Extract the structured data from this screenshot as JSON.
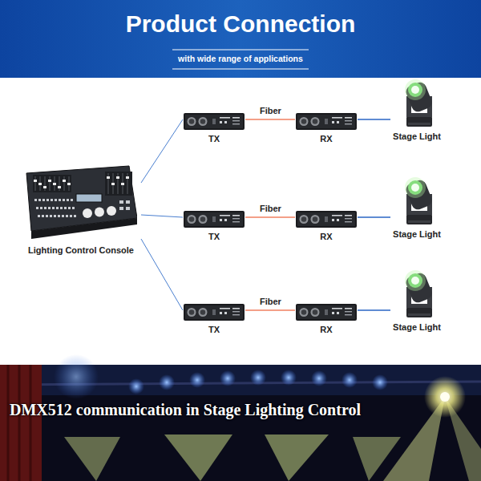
{
  "diagram": {
    "title": "Product Connection",
    "caption": "DMX512 communication in Stage Lighting Control",
    "nodes": [
      {
        "text": [
          "Lighting Control Console"
        ]
      },
      {
        "text": [
          "TX"
        ]
      },
      {
        "text": [
          "RX"
        ]
      },
      {
        "text": [
          "Stage Light"
        ]
      },
      {
        "text": [
          "TX"
        ]
      },
      {
        "text": [
          "RX"
        ]
      },
      {
        "text": [
          "Stage Light"
        ]
      },
      {
        "text": [
          "TX"
        ]
      },
      {
        "text": [
          "RX"
        ]
      },
      {
        "text": [
          "Stage Light"
        ]
      }
    ],
    "edges": [
      {
        "from": 0,
        "to": 1,
        "arrow": "none"
      },
      {
        "from": 0,
        "to": 4,
        "arrow": "none"
      },
      {
        "from": 0,
        "to": 7,
        "arrow": "none"
      },
      {
        "from": 1,
        "to": 2,
        "label": "Fiber",
        "arrow": "none"
      },
      {
        "from": 2,
        "to": 3,
        "arrow": "none"
      },
      {
        "from": 4,
        "to": 5,
        "label": "Fiber",
        "arrow": "none"
      },
      {
        "from": 5,
        "to": 6,
        "arrow": "none"
      },
      {
        "from": 7,
        "to": 8,
        "label": "Fiber",
        "arrow": "none"
      },
      {
        "from": 8,
        "to": 9,
        "arrow": "none"
      }
    ],
    "labels": [
      "with wide range of applications"
    ]
  }
}
